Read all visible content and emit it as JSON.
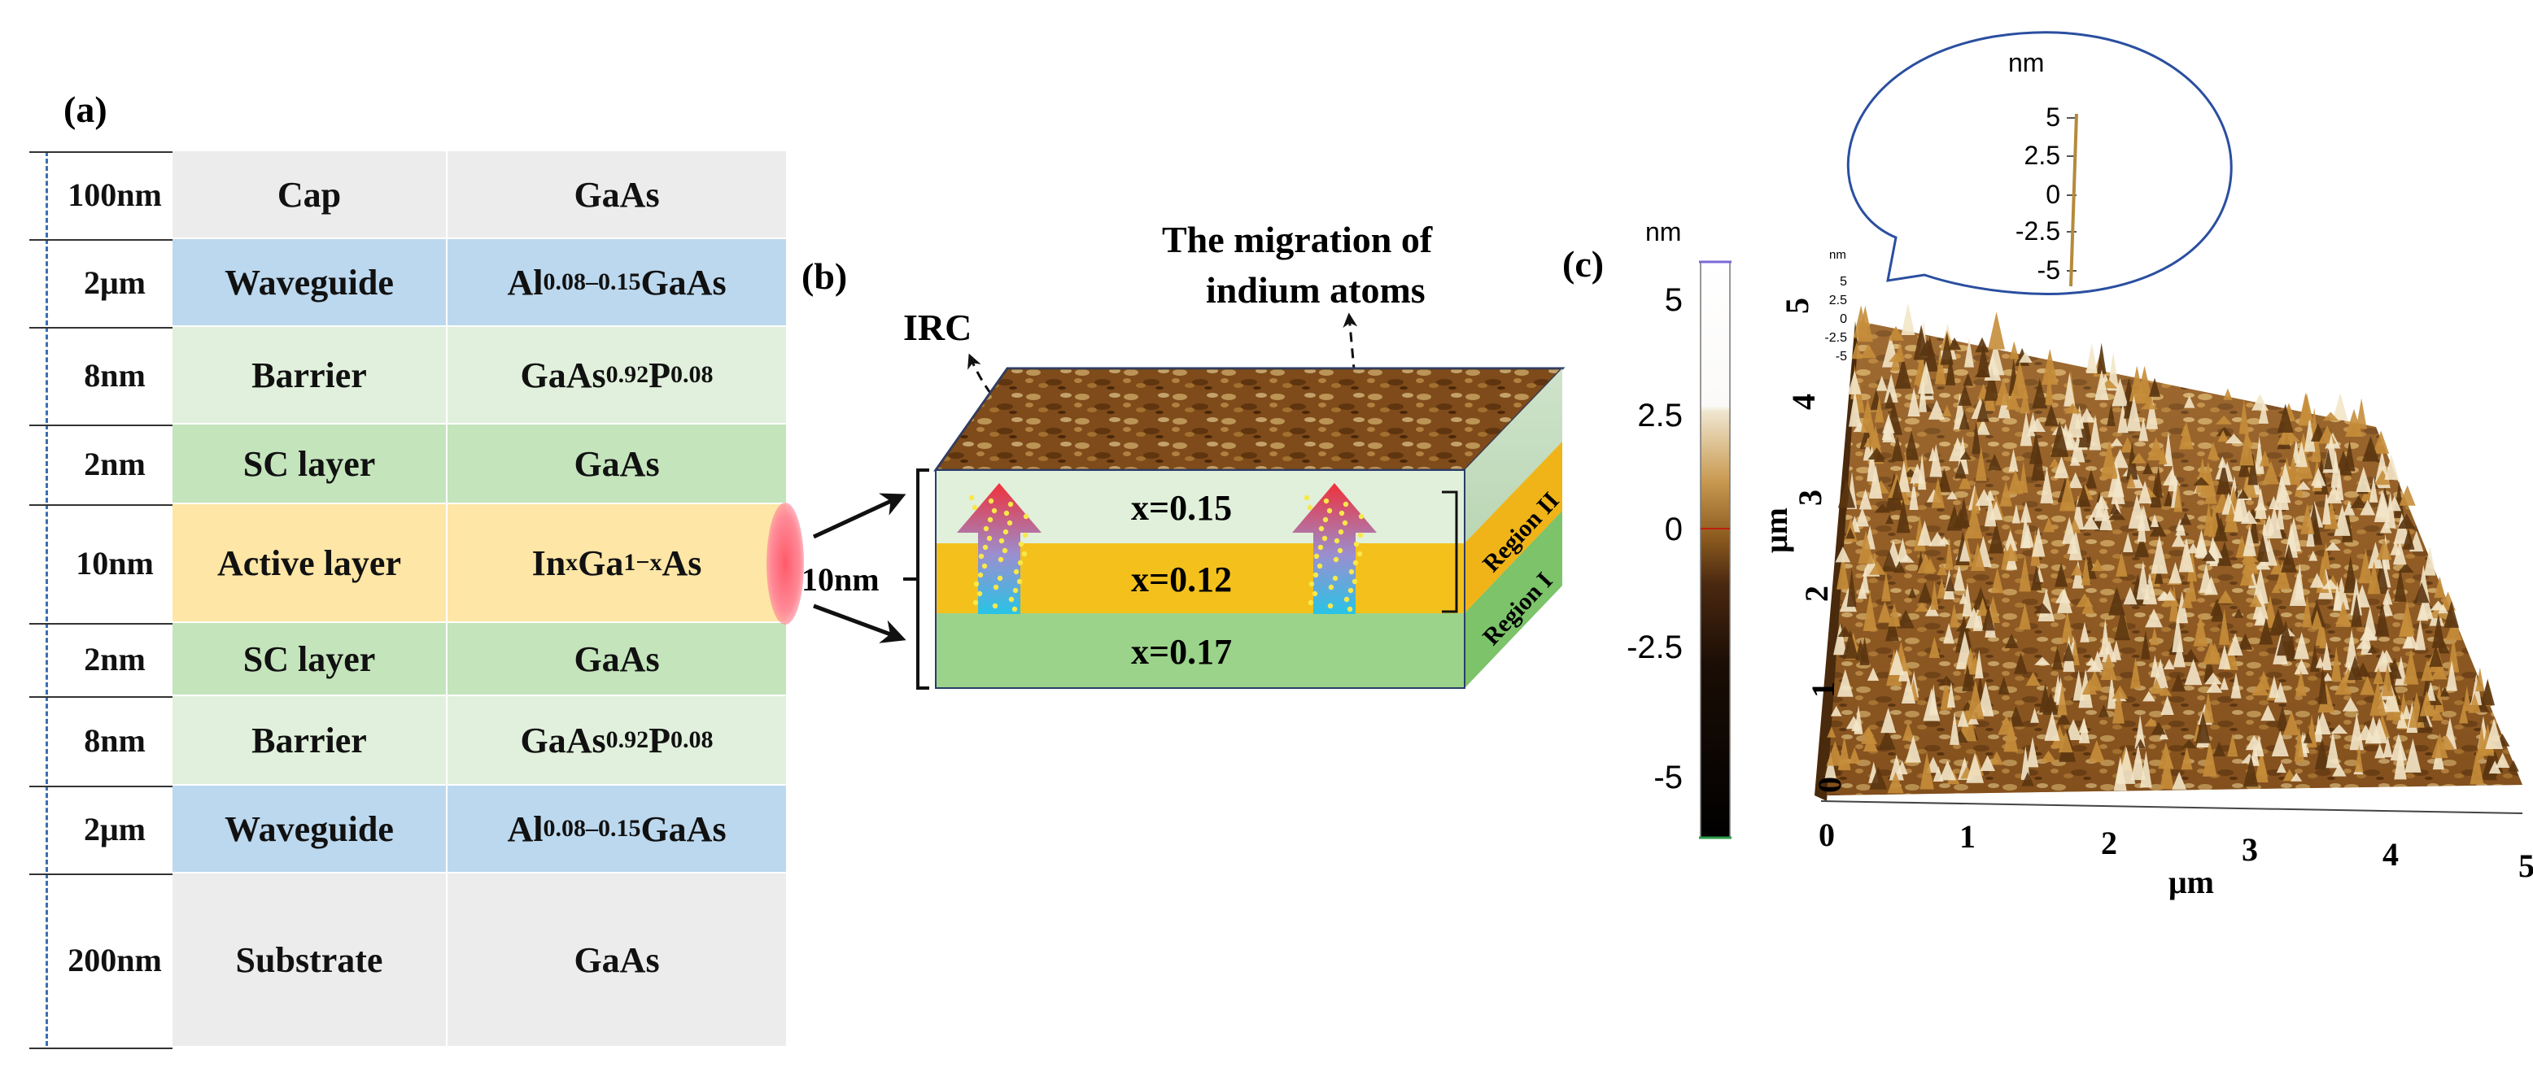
{
  "panel_a": {
    "label": "(a)",
    "rows": [
      {
        "thickness": "100nm",
        "layer": "Cap",
        "material": {
          "parts": [
            [
              "GaAs",
              ""
            ]
          ]
        },
        "color": "#ececec"
      },
      {
        "thickness": "2μm",
        "layer": "Waveguide",
        "material": {
          "parts": [
            [
              "Al",
              ""
            ],
            [
              "0.08–0.15",
              "sub"
            ],
            [
              "GaAs",
              ""
            ]
          ]
        },
        "color": "#bcd8ee"
      },
      {
        "thickness": "8nm",
        "layer": "Barrier",
        "material": {
          "parts": [
            [
              "GaAs",
              ""
            ],
            [
              "0.92",
              "sub"
            ],
            [
              "P",
              ""
            ],
            [
              "0.08",
              "sub"
            ]
          ]
        },
        "color": "#e1f0dc"
      },
      {
        "thickness": "2nm",
        "layer": "SC layer",
        "material": {
          "parts": [
            [
              "GaAs",
              ""
            ]
          ]
        },
        "color": "#c4e4bc"
      },
      {
        "thickness": "10nm",
        "layer": "Active layer",
        "material": {
          "parts": [
            [
              "In",
              ""
            ],
            [
              "x",
              "sub"
            ],
            [
              "Ga",
              ""
            ],
            [
              "1−x",
              "sub"
            ],
            [
              "As",
              ""
            ]
          ]
        },
        "color": "#fde6a6"
      },
      {
        "thickness": "2nm",
        "layer": "SC layer",
        "material": {
          "parts": [
            [
              "GaAs",
              ""
            ]
          ]
        },
        "color": "#c4e4bc"
      },
      {
        "thickness": "8nm",
        "layer": "Barrier",
        "material": {
          "parts": [
            [
              "GaAs",
              ""
            ],
            [
              "0.92",
              "sub"
            ],
            [
              "P",
              ""
            ],
            [
              "0.08",
              "sub"
            ]
          ]
        },
        "color": "#e1f0dc"
      },
      {
        "thickness": "2μm",
        "layer": "Waveguide",
        "material": {
          "parts": [
            [
              "Al",
              ""
            ],
            [
              "0.08–0.15",
              "sub"
            ],
            [
              "GaAs",
              ""
            ]
          ]
        },
        "color": "#bcd8ee"
      },
      {
        "thickness": "200nm",
        "layer": "Substrate",
        "material": {
          "parts": [
            [
              "GaAs",
              ""
            ]
          ]
        },
        "color": "#ececec"
      }
    ]
  },
  "panel_b": {
    "label": "(b)",
    "irc_label": "IRC",
    "migration_label_line1": "The migration of",
    "migration_label_line2": "indium atoms",
    "thickness_label": "10nm",
    "layers": [
      {
        "x_label": "x=0.15",
        "color": "#e0f0da"
      },
      {
        "x_label": "x=0.12",
        "color": "#f4c11c"
      },
      {
        "x_label": "x=0.17",
        "color": "#9bd38a"
      }
    ],
    "region_ii": "Region II",
    "region_i": "Region I"
  },
  "panel_c": {
    "label": "(c)",
    "colorbar": {
      "unit": "nm",
      "ticks": [
        "5",
        "2.5",
        "0",
        "-2.5",
        "-5"
      ]
    },
    "callout": {
      "unit": "nm",
      "ticks": [
        "5",
        "2.5",
        "0",
        "-2.5",
        "-5"
      ]
    },
    "mini_scale": {
      "unit": "nm",
      "ticks": [
        "5",
        "2.5",
        "0",
        "-2.5",
        "-5"
      ]
    },
    "x_axis": {
      "label": "μm",
      "ticks": [
        "0",
        "1",
        "2",
        "3",
        "4",
        "5"
      ]
    },
    "y_axis": {
      "label": "μm",
      "ticks": [
        "0",
        "1",
        "2",
        "3",
        "4",
        "5"
      ]
    },
    "colors": {
      "surface_light": "#f3e6c8",
      "surface_mid": "#c58d3a",
      "surface_dark": "#5a3510"
    }
  }
}
